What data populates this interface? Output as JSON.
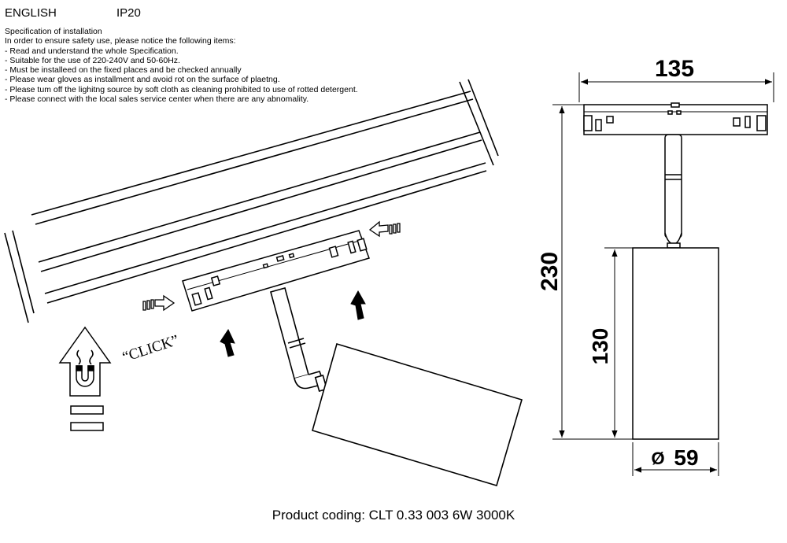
{
  "header": {
    "language": "ENGLISH",
    "ip_rating": "IP20"
  },
  "spec": {
    "title": "Specification of installation",
    "intro": "In order to ensure safety use, please notice the following items:",
    "items": [
      "- Read and understand the whole Specification.",
      "- Suitable for the use of 220-240V and 50-60Hz.",
      "- Must be installeed on the fixed places and be checked annually",
      "- Please wear gloves as installment and avoid rot on the surface of plaetng.",
      "- Please tum off the lighitng source by soft cloth as cleaning prohibited to use of rotted detergent.",
      "- Please connect with the local sales service center when there are any abnomality."
    ]
  },
  "diagram": {
    "click_label": "“CLICK”",
    "dimensions": {
      "width": "135",
      "height_total": "230",
      "height_body": "130",
      "diameter": "59",
      "diameter_symbol": "Ø"
    }
  },
  "footer": {
    "product_coding": "Product coding: CLT 0.33 003 6W 3000K"
  }
}
